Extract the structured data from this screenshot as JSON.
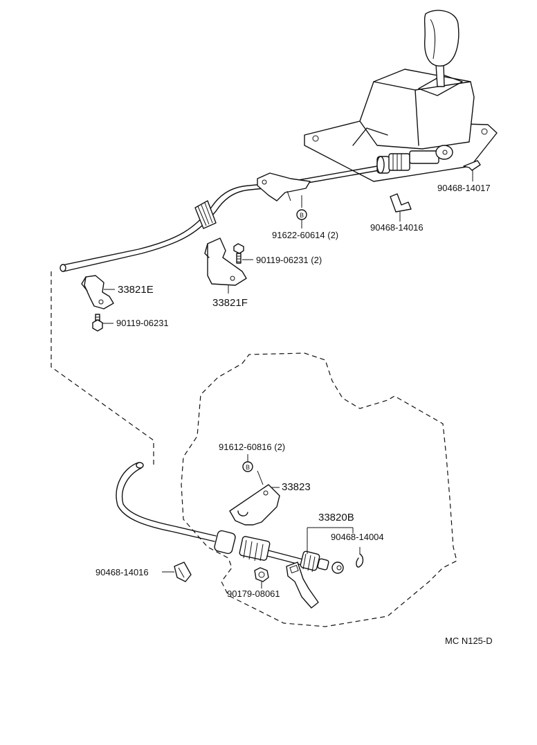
{
  "parts": {
    "clip_upper_right": "90468-14017",
    "bolt_bracket_upper": "91622-60614 (2)",
    "clip_upper_mid": "90468-14016",
    "bolt_33821f": "90119-06231 (2)",
    "bracket_e": "33821E",
    "bracket_f": "33821F",
    "bolt_33821e": "90119-06231",
    "bolt_bracket_lower": "91612-60816 (2)",
    "bracket_lower": "33823",
    "cable_assy": "33820B",
    "clip_lower_right": "90468-14004",
    "clip_lower_left": "90468-14016",
    "nut_lower": "90179-08061"
  },
  "symbols": {
    "b_marker": "B"
  },
  "diagram_code": "MC N125-D"
}
